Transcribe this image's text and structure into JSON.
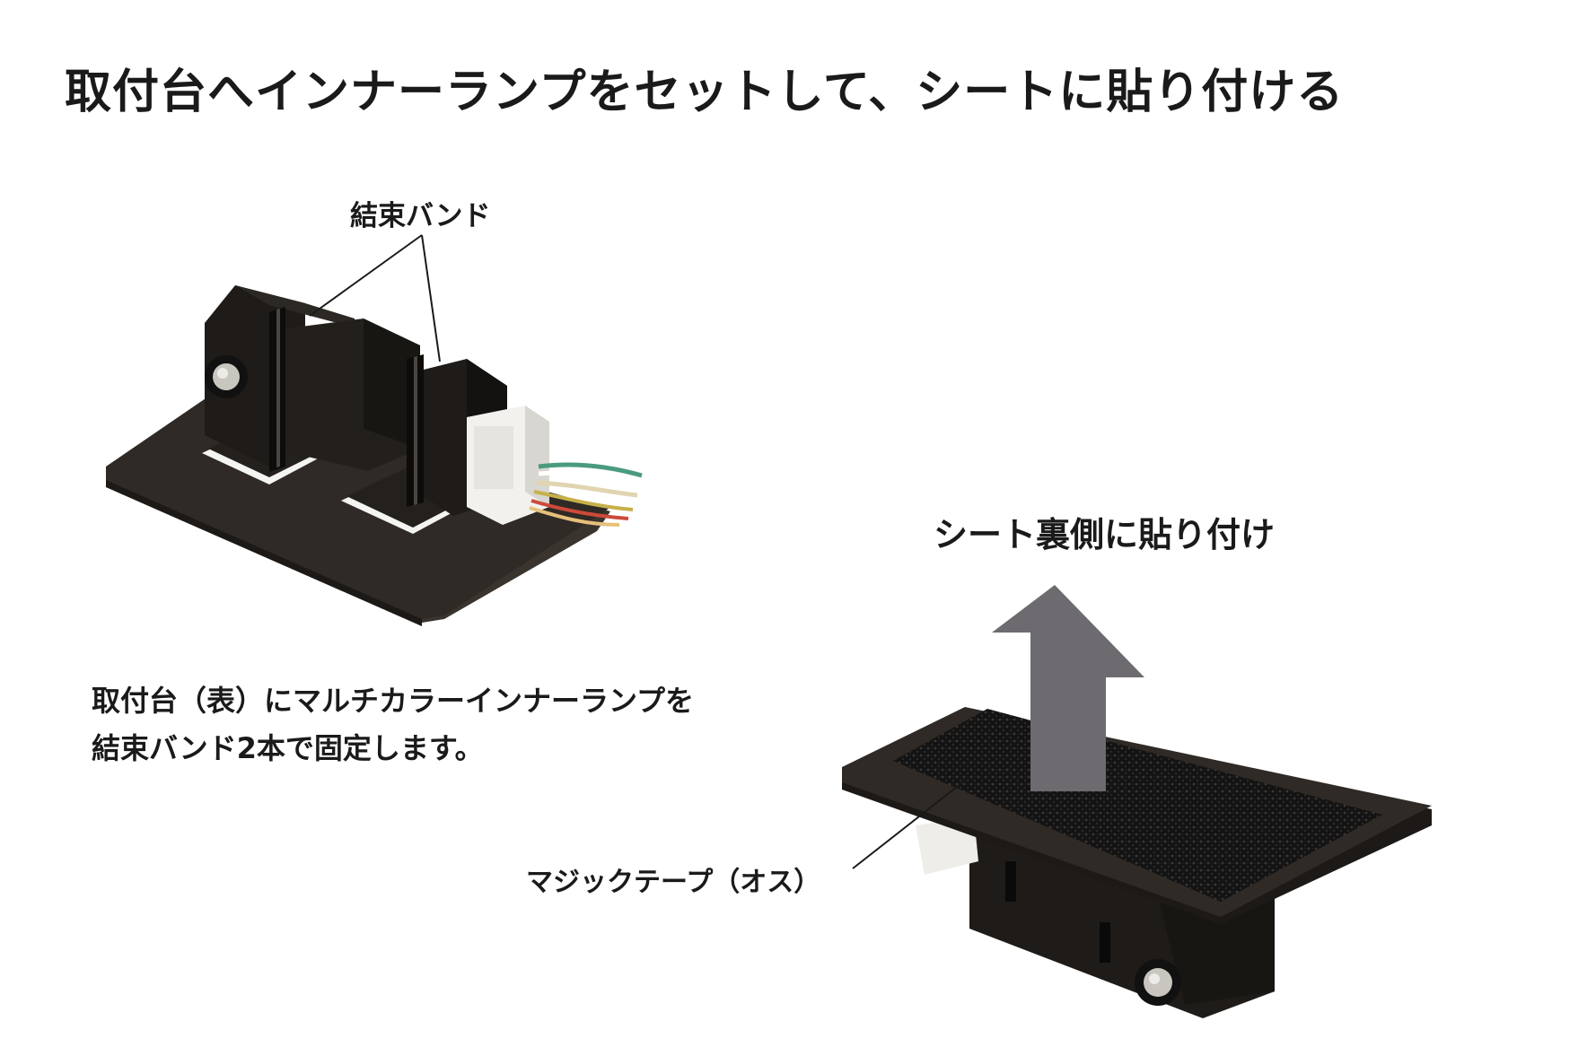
{
  "page": {
    "title": "取付台へインナーランプをセットして、シートに貼り付ける"
  },
  "figure_left": {
    "callout": "結束バンド",
    "caption_lines": [
      "取付台（表）にマルチカラーインナーランプを",
      "結束バンド2本で固定します。"
    ]
  },
  "figure_right": {
    "arrow_label": "シート裏側に貼り付け",
    "callout": "マジックテープ（オス）"
  },
  "colors": {
    "base_plate": "#2f2a25",
    "lamp_body": "#1e1b18",
    "arrow": "#6d6b6f",
    "velcro": "#141313",
    "connector": "#f2f1ee"
  }
}
